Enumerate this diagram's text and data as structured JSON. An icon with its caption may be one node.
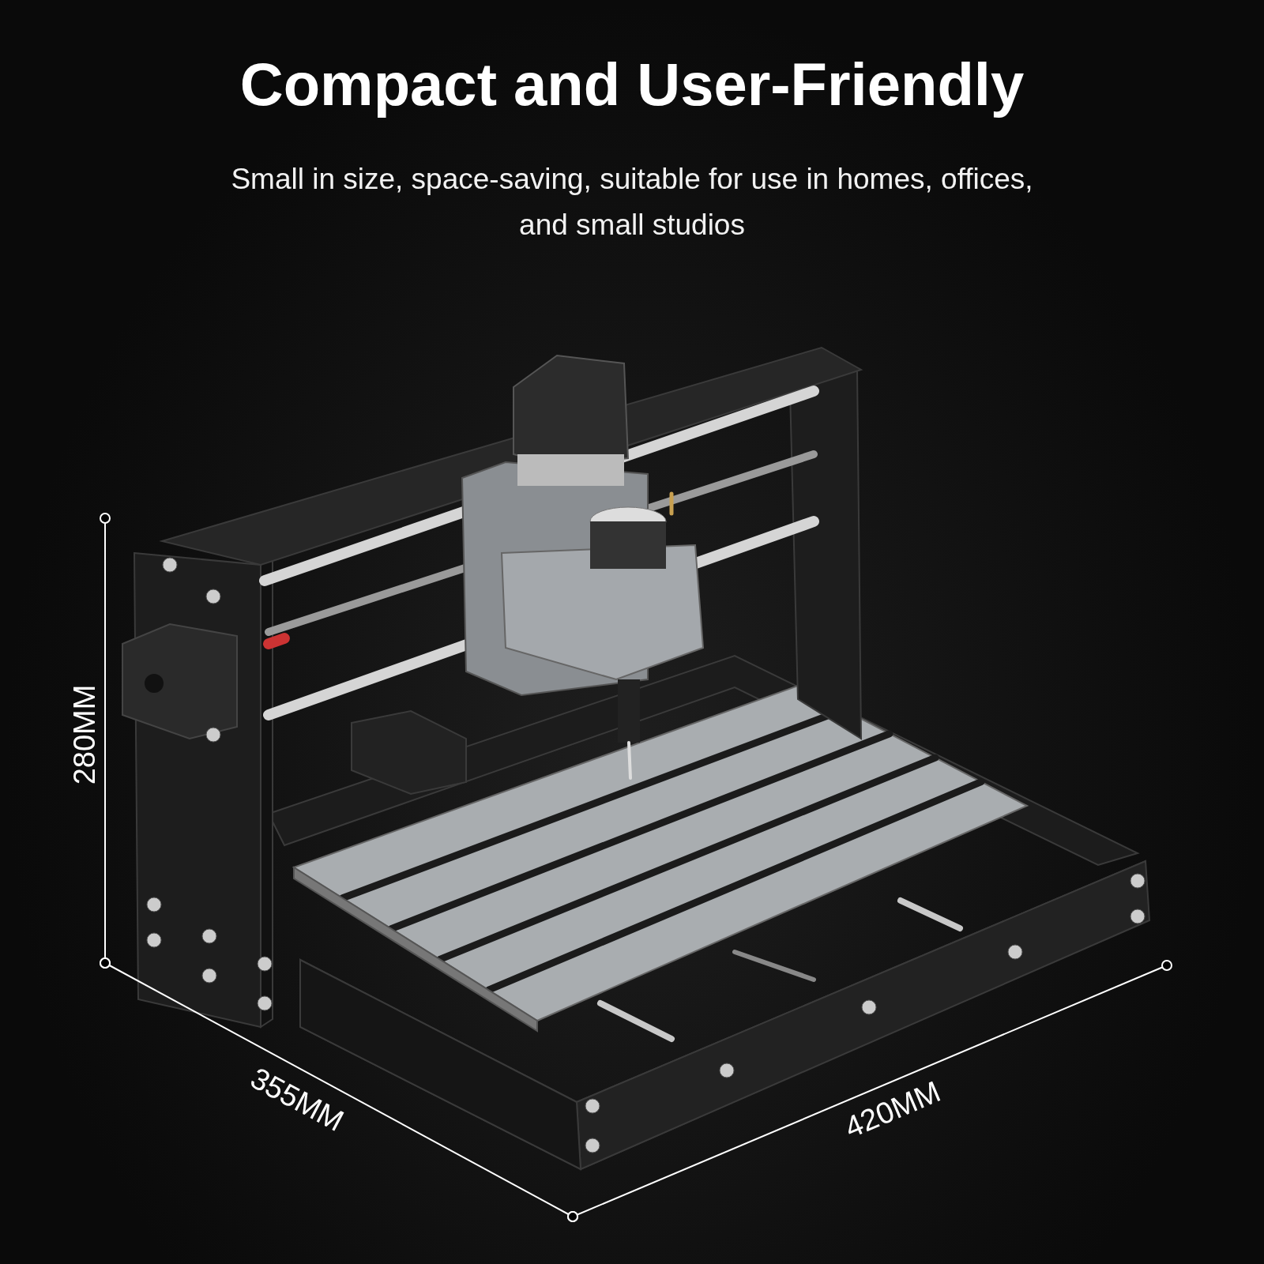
{
  "diagram": {
    "title": "Compact and User-Friendly",
    "labels": [
      "Small in size, space-saving, suitable for use in homes, offices, and small studios",
      "280MM",
      "355MM",
      "420MM"
    ]
  }
}
